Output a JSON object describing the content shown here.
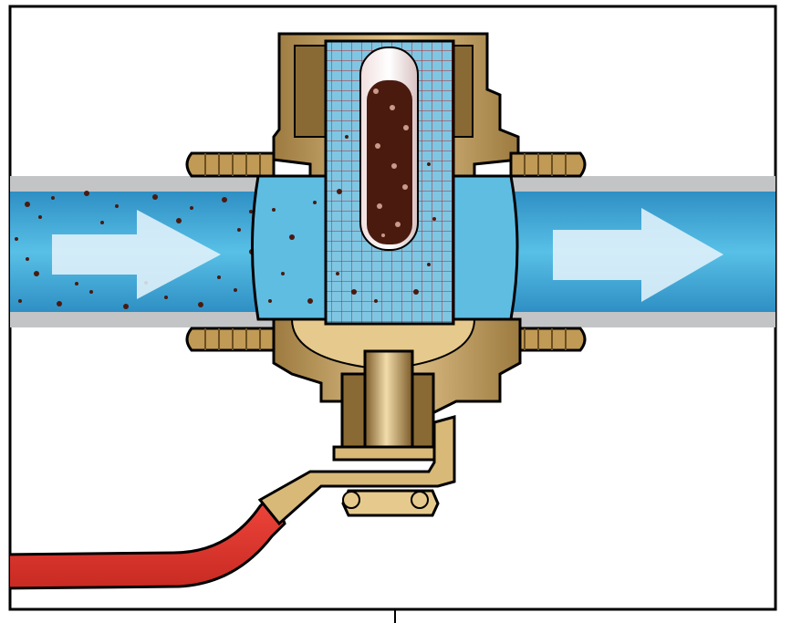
{
  "diagram": {
    "labels": [],
    "colors": {
      "frame": "#000000",
      "background": "#ffffff",
      "pipe_wall": "#c3c4c6",
      "water_light": "#8fd4ee",
      "water_mid": "#4fb7de",
      "water_dark": "#2f9fcf",
      "chamber_water": "#6cc0e0",
      "arrow": "#e7f5fb",
      "brass_light": "#e6c98c",
      "brass_mid": "#c19a55",
      "brass_dark": "#8a6a34",
      "debris": "#4a1a0f",
      "mesh": "#b3262b",
      "handle_red": "#e63b32",
      "handle_stem": "#d8b978"
    },
    "icons": [
      "flow-arrow-in",
      "flow-arrow-out",
      "strainer-mesh",
      "drain-valve-handle"
    ]
  }
}
